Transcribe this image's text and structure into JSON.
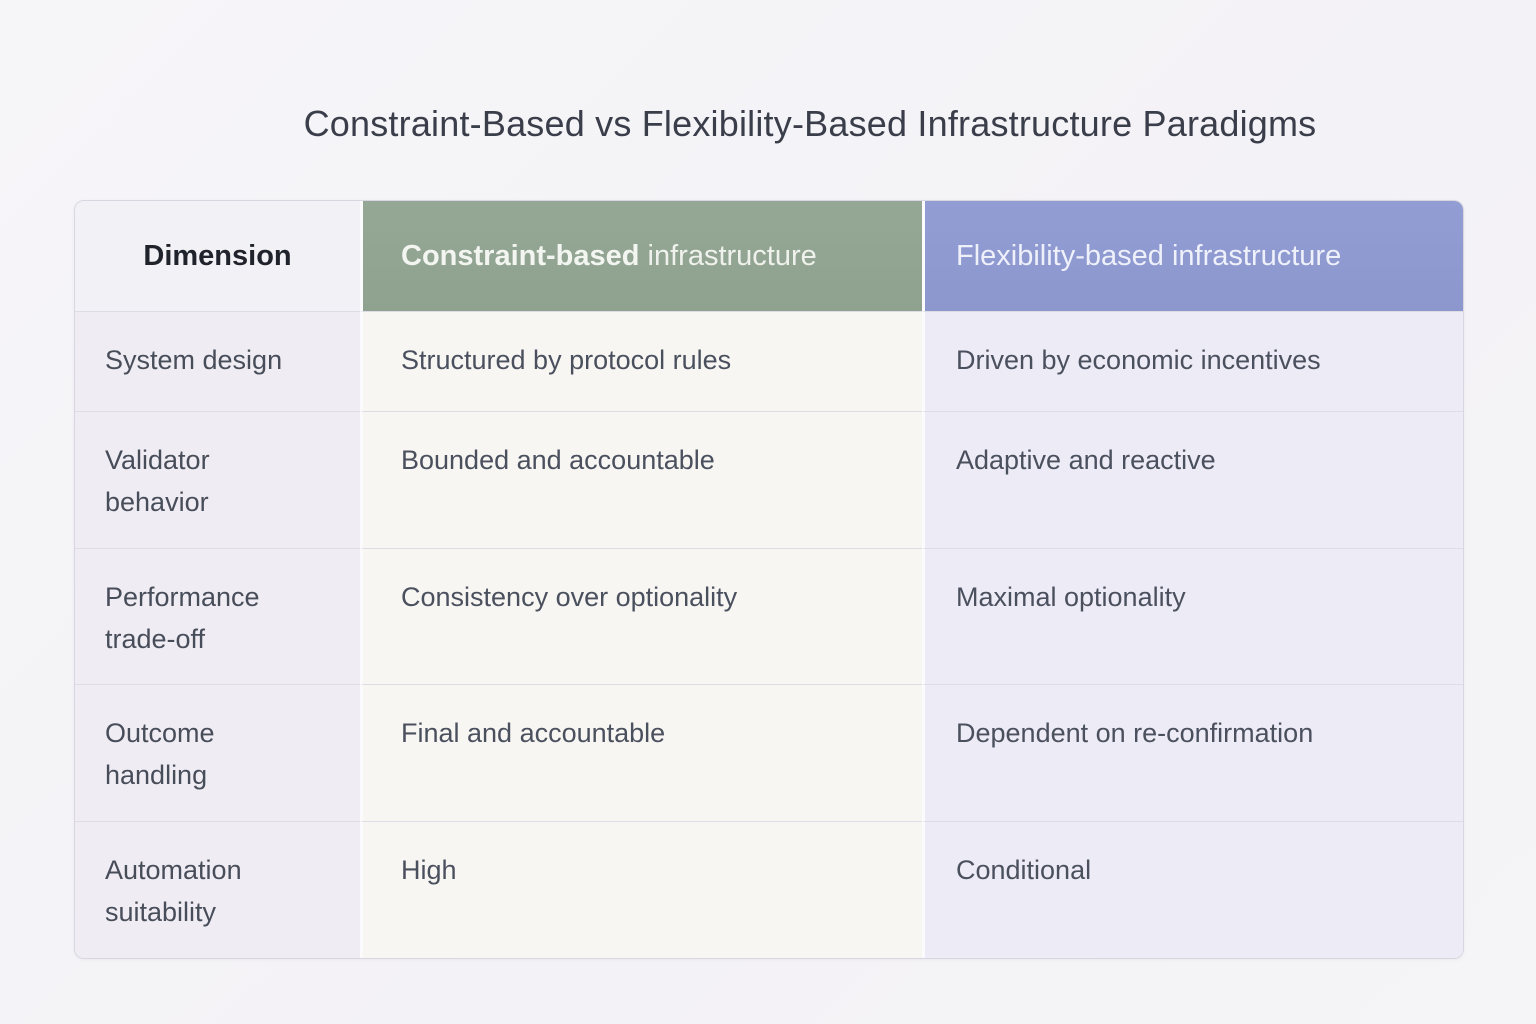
{
  "chart_data": {
    "type": "table",
    "title": "Constraint-Based vs Flexibility-Based Infrastructure Paradigms",
    "columns": [
      "Dimension",
      "Constraint-based infrastructure",
      "Flexibility-based infrastructure"
    ],
    "rows": [
      {
        "dimension": "System design",
        "constraint": "Structured by protocol rules",
        "flexibility": "Driven by economic incentives"
      },
      {
        "dimension": "Validator behavior",
        "constraint": "Bounded and accountable",
        "flexibility": "Adaptive and reactive"
      },
      {
        "dimension": "Performance trade-off",
        "constraint": "Consistency over optionality",
        "flexibility": "Maximal optionality"
      },
      {
        "dimension": "Outcome handling",
        "constraint": "Final and accountable",
        "flexibility": "Dependent on re-confirmation"
      },
      {
        "dimension": "Automation suitability",
        "constraint": "High",
        "flexibility": "Conditional"
      }
    ]
  },
  "header": {
    "dimension": "Dimension",
    "constraint_emphasis": "Constraint-based",
    "constraint_rest": " infrastructure",
    "flexibility": "Flexibility-based infrastructure"
  },
  "colors": {
    "page_background": "#f5f4f7",
    "constraint_header_bg": "#92a492",
    "flexibility_header_bg": "#8f9ad1",
    "dimension_header_bg": "#f2f1f6",
    "dimension_column_bg": "#efedf3",
    "constraint_column_bg": "#f7f6f3",
    "flexibility_column_bg": "#edebf5",
    "header_text": "#f3f5f1",
    "body_text": "#4b505e",
    "title_text": "#3a3e4a",
    "row_divider": "#dedce5"
  }
}
